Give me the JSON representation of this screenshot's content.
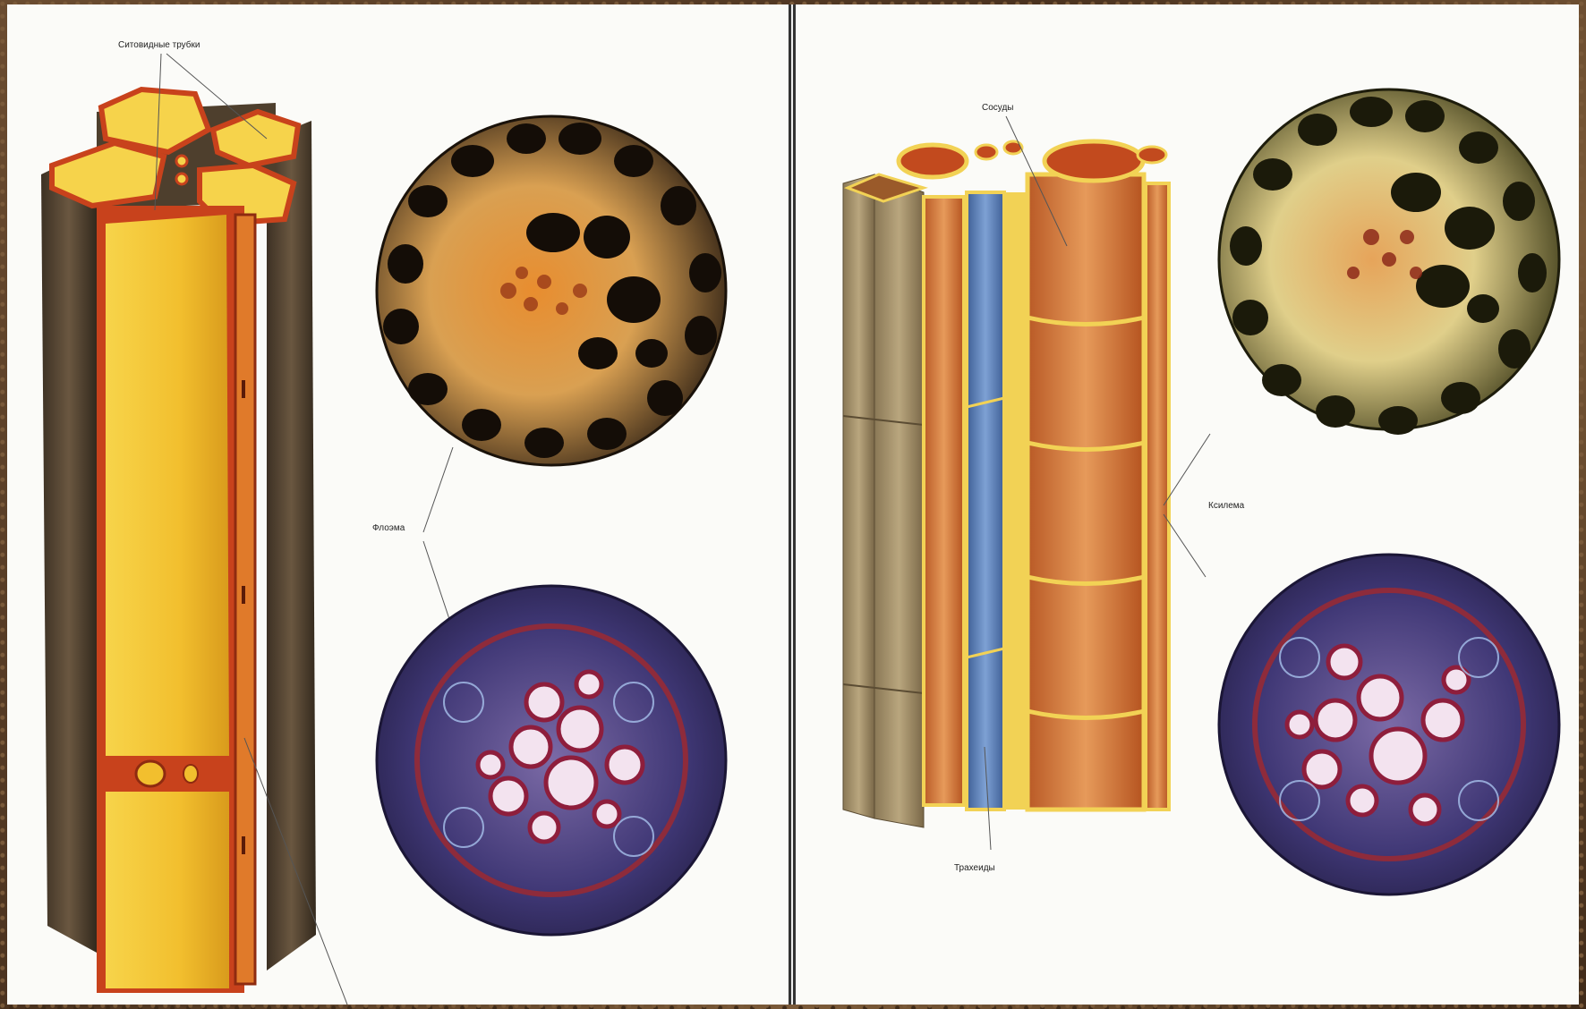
{
  "labels": {
    "sieve_tubes": "Ситовидные трубки",
    "phloem": "Флоэма",
    "vessels": "Сосуды",
    "xylem": "Ксилема",
    "tracheids": "Трахеиды"
  },
  "colors": {
    "page": "#fbfbf8",
    "frame": "#5a3f28",
    "sieve_yellow": "#f4c633",
    "cell_wall_red": "#c8421c",
    "bark_brown": "#5b4a35",
    "vessel_orange": "#d07a3e",
    "tracheid_blue": "#5b7fb8",
    "fiber_tan": "#a6916a",
    "section_purple": "#4a3f7a",
    "section_pink": "#f2d7ea"
  }
}
